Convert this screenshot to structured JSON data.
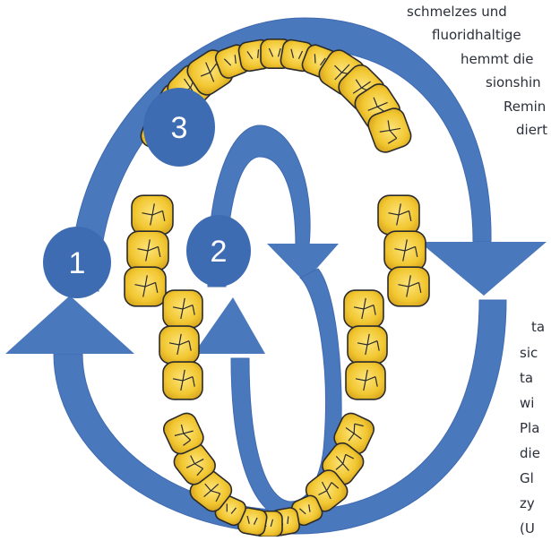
{
  "colors": {
    "arrow": "#4a78bd",
    "arrow_dark": "#3f6ab0",
    "badge": "#3d6cb2",
    "tooth_fill": "#f1c630",
    "tooth_stroke": "#2b2b2b"
  },
  "badges": [
    "1",
    "2",
    "3"
  ],
  "text_top": {
    "lines": [
      "schmelzes und",
      "fluoridhaltige",
      "hemmt die",
      "sionshin",
      "Remin",
      "diert"
    ]
  },
  "text_right": {
    "lines": [
      "ta",
      "sic",
      "ta",
      "wi",
      "Pla",
      "die",
      "Gl",
      "zy",
      "(U"
    ]
  }
}
